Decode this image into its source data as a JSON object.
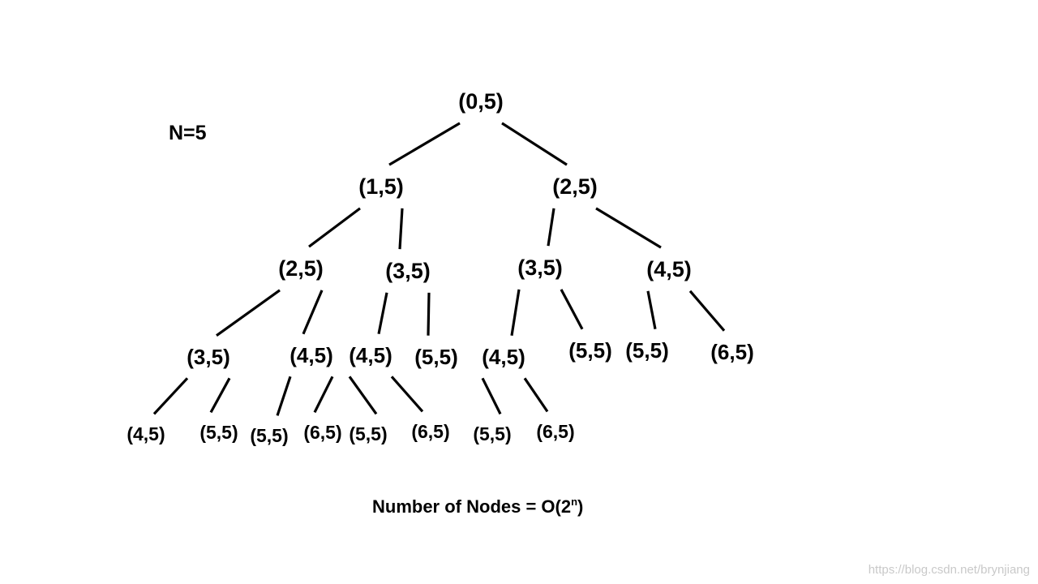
{
  "header": {
    "n_label": "N=5"
  },
  "caption": {
    "prefix": "Number of Nodes = O(2",
    "exponent": "n",
    "suffix": ")"
  },
  "watermark": "https://blog.csdn.net/brynjiang",
  "tree": {
    "nodes": [
      {
        "id": "n0",
        "label": "(0,5)",
        "level": 0
      },
      {
        "id": "n1",
        "label": "(1,5)",
        "level": 1
      },
      {
        "id": "n2",
        "label": "(2,5)",
        "level": 1
      },
      {
        "id": "n3",
        "label": "(2,5)",
        "level": 2
      },
      {
        "id": "n4",
        "label": "(3,5)",
        "level": 2
      },
      {
        "id": "n5",
        "label": "(3,5)",
        "level": 2
      },
      {
        "id": "n6",
        "label": "(4,5)",
        "level": 2
      },
      {
        "id": "n7",
        "label": "(3,5)",
        "level": 3
      },
      {
        "id": "n8",
        "label": "(4,5)",
        "level": 3
      },
      {
        "id": "n9",
        "label": "(4,5)",
        "level": 3
      },
      {
        "id": "n10",
        "label": "(5,5)",
        "level": 3
      },
      {
        "id": "n11",
        "label": "(4,5)",
        "level": 3
      },
      {
        "id": "n12",
        "label": "(5,5)",
        "level": 3
      },
      {
        "id": "n13",
        "label": "(5,5)",
        "level": 3
      },
      {
        "id": "n14",
        "label": "(6,5)",
        "level": 3
      },
      {
        "id": "n15",
        "label": "(4,5)",
        "level": 4
      },
      {
        "id": "n16",
        "label": "(5,5)",
        "level": 4
      },
      {
        "id": "n17",
        "label": "(5,5)",
        "level": 4
      },
      {
        "id": "n18",
        "label": "(6,5)",
        "level": 4
      },
      {
        "id": "n19",
        "label": "(5,5)",
        "level": 4
      },
      {
        "id": "n20",
        "label": "(6,5)",
        "level": 4
      },
      {
        "id": "n21",
        "label": "(5,5)",
        "level": 4
      },
      {
        "id": "n22",
        "label": "(6,5)",
        "level": 4
      }
    ],
    "edges": [
      [
        "n0",
        "n1"
      ],
      [
        "n0",
        "n2"
      ],
      [
        "n1",
        "n3"
      ],
      [
        "n1",
        "n4"
      ],
      [
        "n2",
        "n5"
      ],
      [
        "n2",
        "n6"
      ],
      [
        "n3",
        "n7"
      ],
      [
        "n3",
        "n8"
      ],
      [
        "n4",
        "n9"
      ],
      [
        "n4",
        "n10"
      ],
      [
        "n5",
        "n11"
      ],
      [
        "n5",
        "n12"
      ],
      [
        "n6",
        "n13"
      ],
      [
        "n6",
        "n14"
      ],
      [
        "n7",
        "n15"
      ],
      [
        "n7",
        "n16"
      ],
      [
        "n8",
        "n17"
      ],
      [
        "n8",
        "n18"
      ],
      [
        "n9",
        "n19"
      ],
      [
        "n9",
        "n20"
      ],
      [
        "n11",
        "n21"
      ],
      [
        "n11",
        "n22"
      ]
    ]
  }
}
